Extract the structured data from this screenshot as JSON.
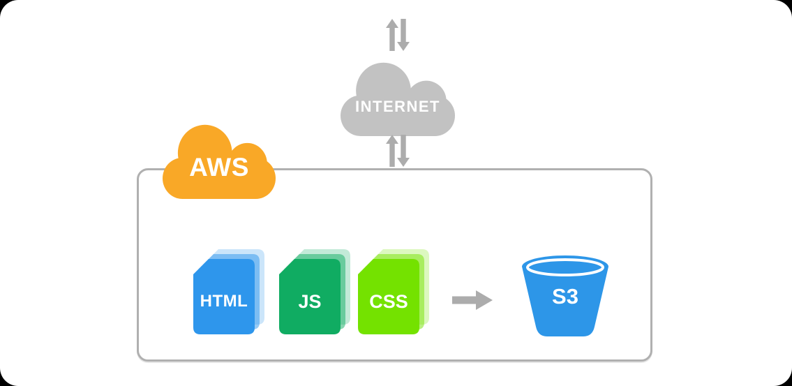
{
  "diagram": {
    "internet_cloud": {
      "label": "INTERNET",
      "color": "#C2C2C2",
      "text_color": "#FFFFFF"
    },
    "aws_cloud": {
      "label": "AWS",
      "color": "#F9A827",
      "text_color": "#FFFFFF"
    },
    "aws_boundary_box": {
      "border_color": "#B0B0B0",
      "background": "#FFFFFF"
    },
    "files": [
      {
        "label": "HTML",
        "color": "#2E96EC"
      },
      {
        "label": "JS",
        "color": "#10AC62"
      },
      {
        "label": "CSS",
        "color": "#74E200"
      }
    ],
    "s3_bucket": {
      "label": "S3",
      "color": "#2D96E8"
    },
    "arrows": {
      "color": "#ACACAC"
    }
  }
}
